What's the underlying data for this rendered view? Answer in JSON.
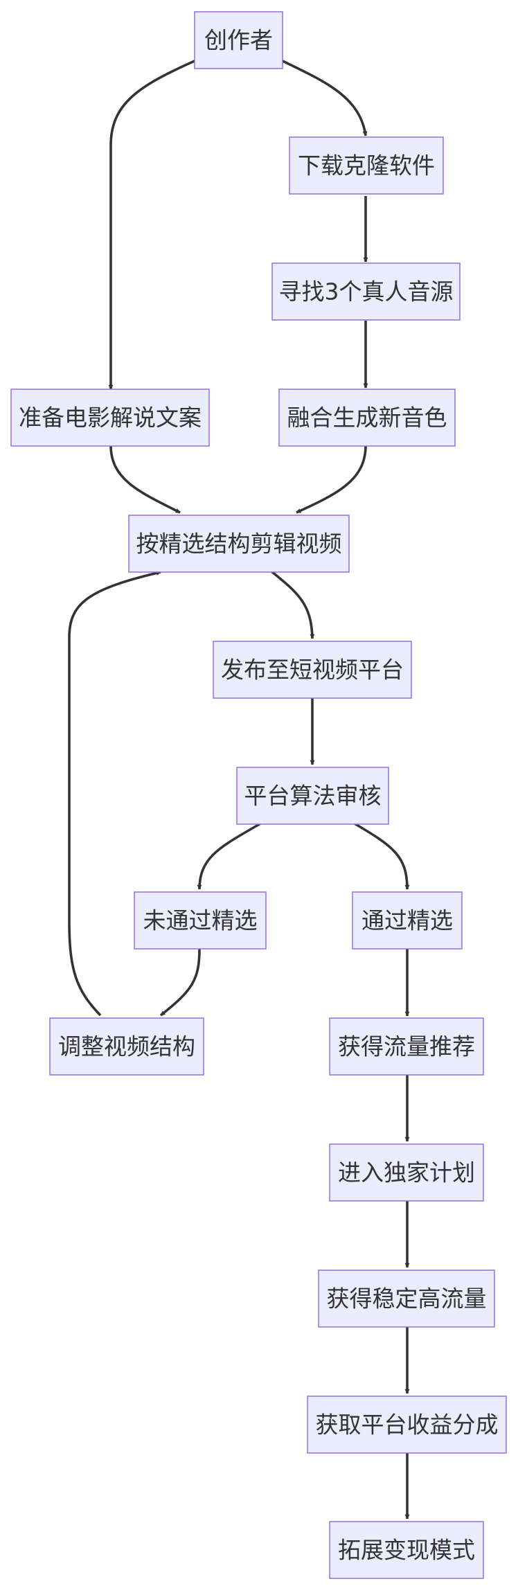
{
  "diagram": {
    "colors": {
      "node_fill": "#ECECFF",
      "node_border": "#9370DB",
      "text": "#333333",
      "edge": "#333333",
      "background": "#FFFFFF"
    },
    "nodes": [
      {
        "id": "creator",
        "label": "创作者"
      },
      {
        "id": "download",
        "label": "下载克隆软件"
      },
      {
        "id": "find_voices",
        "label": "寻找3个真人音源"
      },
      {
        "id": "prepare_script",
        "label": "准备电影解说文案"
      },
      {
        "id": "fuse_voice",
        "label": "融合生成新音色"
      },
      {
        "id": "edit_video",
        "label": "按精选结构剪辑视频"
      },
      {
        "id": "publish",
        "label": "发布至短视频平台"
      },
      {
        "id": "review",
        "label": "平台算法审核"
      },
      {
        "id": "not_selected",
        "label": "未通过精选"
      },
      {
        "id": "selected",
        "label": "通过精选"
      },
      {
        "id": "adjust",
        "label": "调整视频结构"
      },
      {
        "id": "traffic",
        "label": "获得流量推荐"
      },
      {
        "id": "exclusive",
        "label": "进入独家计划"
      },
      {
        "id": "stable_traffic",
        "label": "获得稳定高流量"
      },
      {
        "id": "revenue",
        "label": "获取平台收益分成"
      },
      {
        "id": "monetize",
        "label": "拓展变现模式"
      }
    ],
    "edges": [
      {
        "from": "creator",
        "to": "prepare_script"
      },
      {
        "from": "creator",
        "to": "download"
      },
      {
        "from": "download",
        "to": "find_voices"
      },
      {
        "from": "find_voices",
        "to": "fuse_voice"
      },
      {
        "from": "prepare_script",
        "to": "edit_video"
      },
      {
        "from": "fuse_voice",
        "to": "edit_video"
      },
      {
        "from": "edit_video",
        "to": "publish"
      },
      {
        "from": "publish",
        "to": "review"
      },
      {
        "from": "review",
        "to": "not_selected"
      },
      {
        "from": "review",
        "to": "selected"
      },
      {
        "from": "not_selected",
        "to": "adjust"
      },
      {
        "from": "adjust",
        "to": "edit_video"
      },
      {
        "from": "selected",
        "to": "traffic"
      },
      {
        "from": "traffic",
        "to": "exclusive"
      },
      {
        "from": "exclusive",
        "to": "stable_traffic"
      },
      {
        "from": "stable_traffic",
        "to": "revenue"
      },
      {
        "from": "revenue",
        "to": "monetize"
      }
    ]
  }
}
